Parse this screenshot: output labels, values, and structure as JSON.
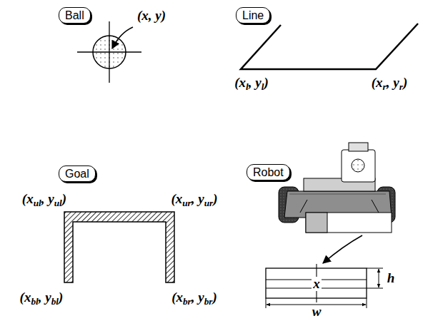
{
  "diagram": {
    "nodes": [
      {
        "text": [
          "Ball"
        ]
      },
      {
        "text": [
          "Line"
        ]
      },
      {
        "text": [
          "Goal"
        ]
      },
      {
        "text": [
          "Robot"
        ]
      }
    ],
    "labels": [
      "(x, y)",
      "(xl, yl)",
      "(xr, yr)",
      "(xul, yul)",
      "(xur, yur)",
      "(xbl, ybl)",
      "(xbr, ybr)",
      "x",
      "h",
      "w"
    ]
  }
}
